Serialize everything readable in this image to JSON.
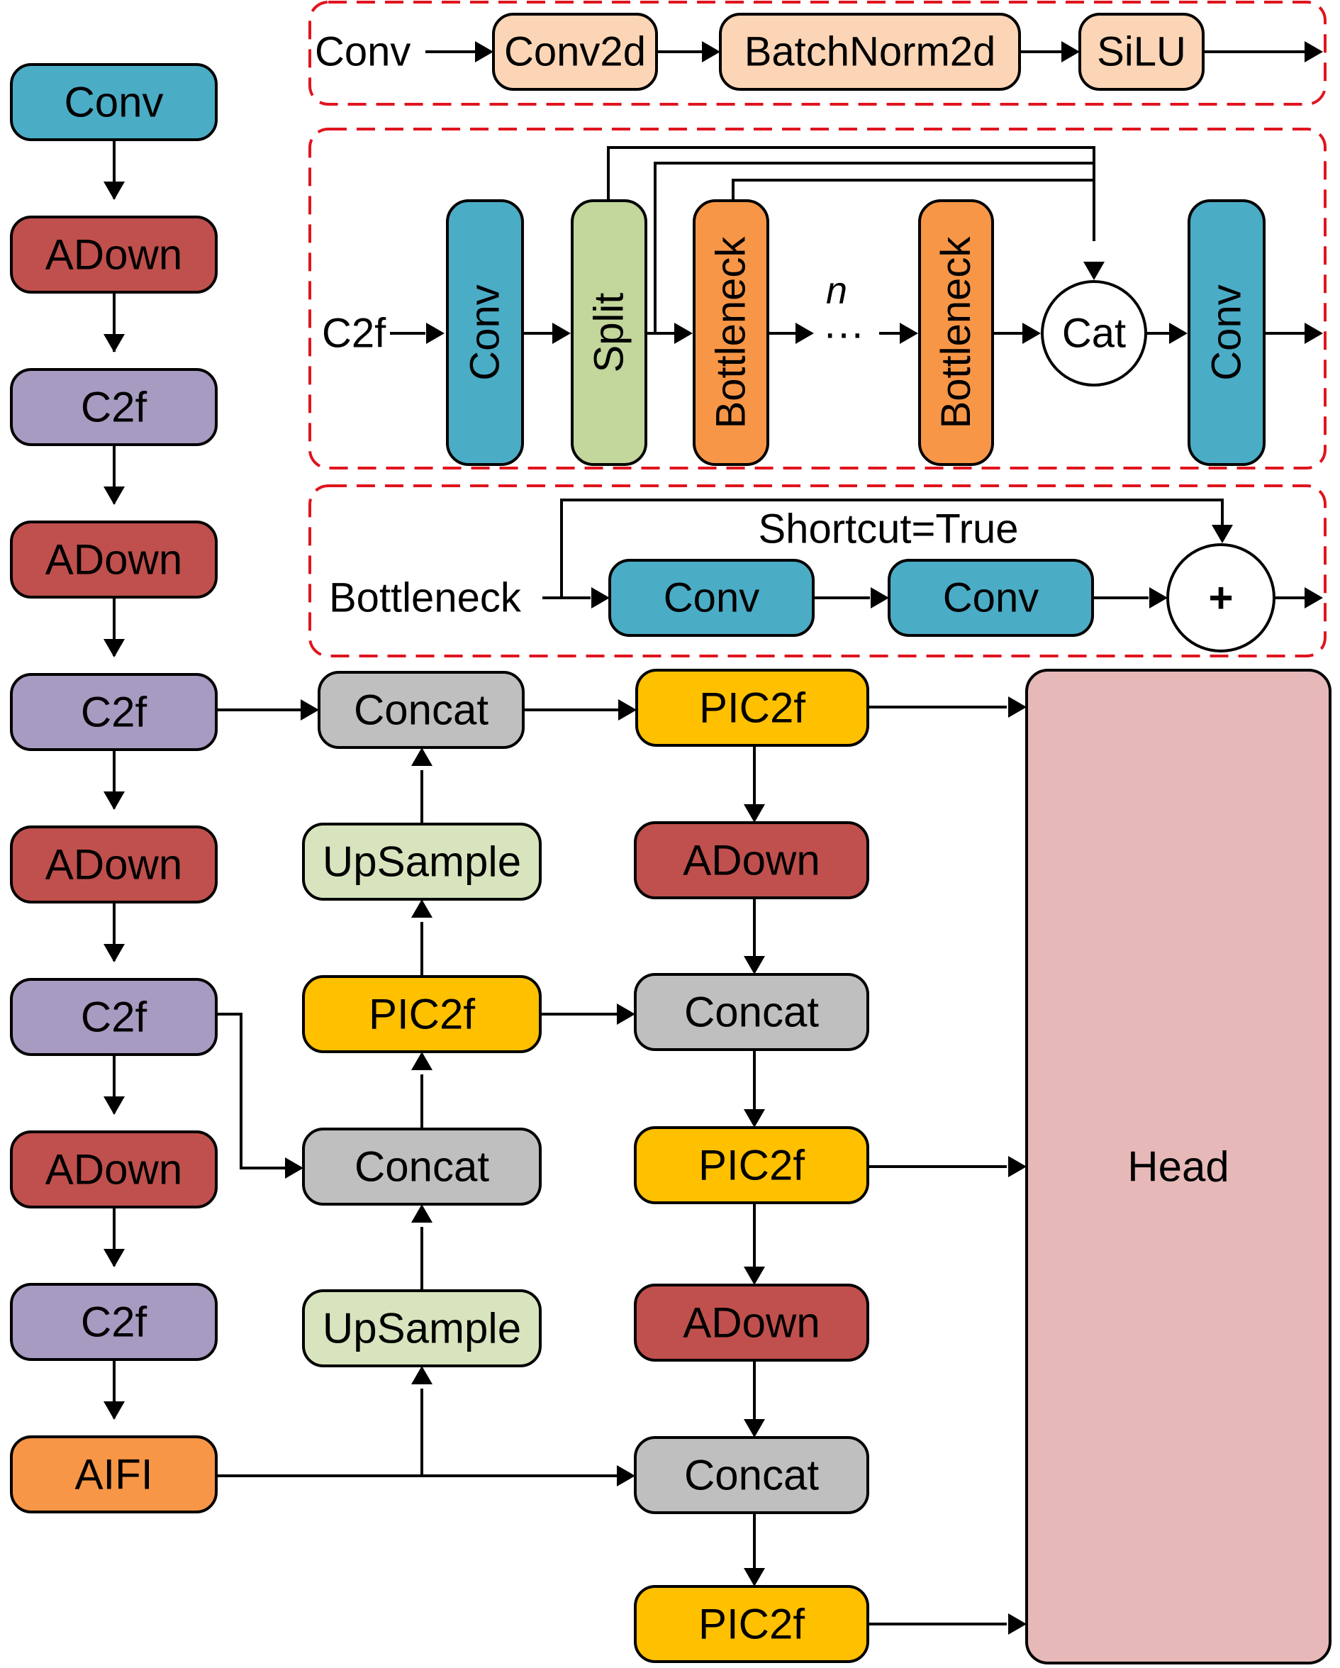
{
  "colors": {
    "conv": "#4BACC6",
    "adown": "#C0504D",
    "c2f": "#A89BC2",
    "aifi": "#F79646",
    "concat": "#BFBFBF",
    "upsample": "#D7E4BD",
    "pic2f": "#FFC000",
    "head": "#E6B9B8",
    "conv_detail": "#FBD5B5",
    "split": "#C3D69B",
    "bottleneck": "#F79646",
    "dashed_border": "#E0141E"
  },
  "backbone": [
    "Conv",
    "ADown",
    "C2f",
    "ADown",
    "C2f",
    "ADown",
    "C2f",
    "ADown",
    "C2f",
    "AIFI"
  ],
  "neck_mid": {
    "concat_top": "Concat",
    "upsample_top": "UpSample",
    "pic2f": "PIC2f",
    "concat_mid": "Concat",
    "upsample_bottom": "UpSample"
  },
  "neck_right": [
    "PIC2f",
    "ADown",
    "Concat",
    "PIC2f",
    "ADown",
    "Concat",
    "PIC2f"
  ],
  "head": {
    "label": "Head"
  },
  "conv_detail": {
    "input_label": "Conv",
    "blocks": [
      "Conv2d",
      "BatchNorm2d",
      "SiLU"
    ]
  },
  "c2f_detail": {
    "input_label": "C2f",
    "conv_in": "Conv",
    "split": "Split",
    "bottleneck_1": "Bottleneck",
    "repeat_n": "n",
    "ellipsis": "···",
    "bottleneck_2": "Bottleneck",
    "cat": "Cat",
    "conv_out": "Conv"
  },
  "bottleneck_detail": {
    "input_label": "Bottleneck",
    "shortcut_label": "Shortcut=True",
    "conv_1": "Conv",
    "conv_2": "Conv",
    "add_symbol": "+"
  }
}
